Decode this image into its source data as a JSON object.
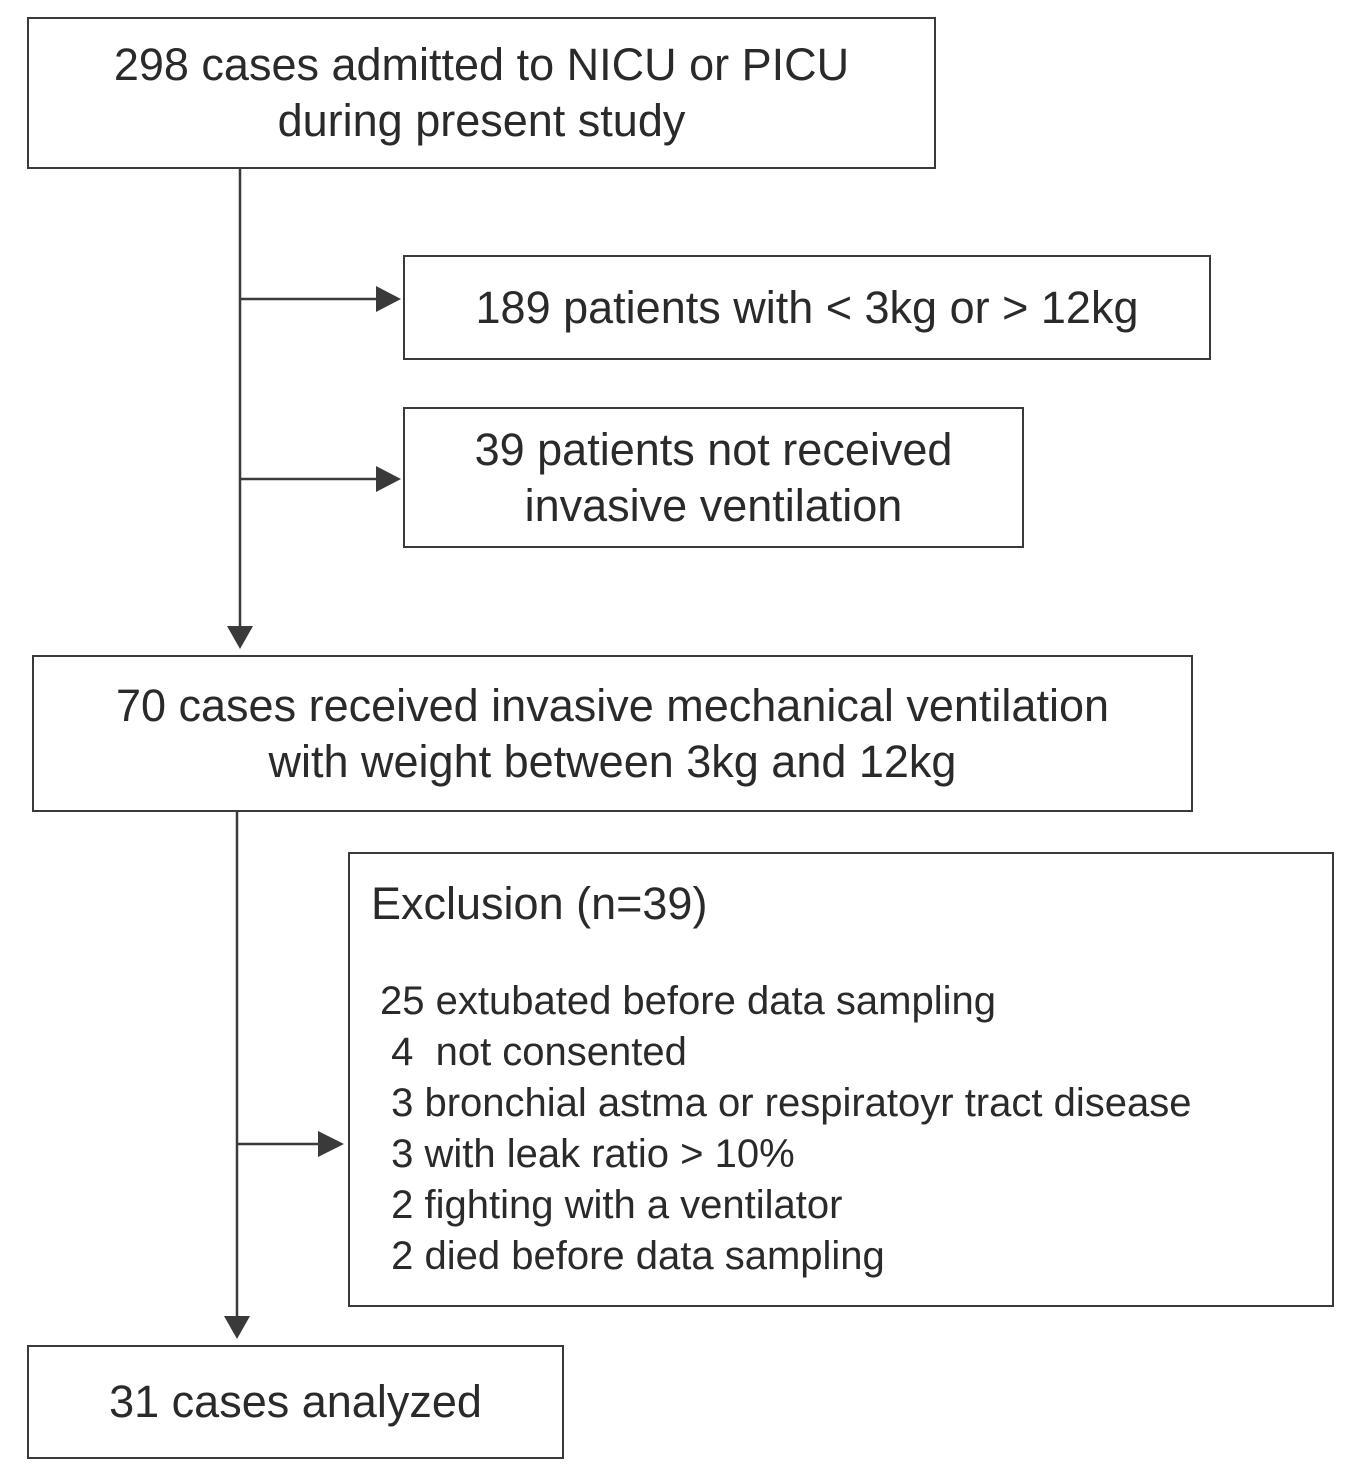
{
  "boxes": {
    "admitted": {
      "line1": "298 cases admitted to NICU or PICU",
      "line2": "during present study"
    },
    "weight_excluded": {
      "line1": "189 patients with < 3kg or > 12kg"
    },
    "no_ventilation": {
      "line1": "39 patients not received",
      "line2": "invasive ventilation"
    },
    "ventilated": {
      "line1": "70 cases received invasive mechanical ventilation",
      "line2": "with weight between 3kg and 12kg"
    },
    "exclusion": {
      "title": "Exclusion (n=39)",
      "items": [
        "25 extubated before data sampling",
        " 4  not consented",
        " 3 bronchial astma or respiratoyr tract disease",
        " 3 with leak ratio > 10%",
        " 2 fighting with a ventilator",
        " 2 died before data sampling"
      ]
    },
    "analyzed": {
      "line1": "31 cases analyzed"
    }
  },
  "colors": {
    "stroke": "#3a3a3a",
    "text": "#2a2a2a",
    "background": "#ffffff"
  }
}
